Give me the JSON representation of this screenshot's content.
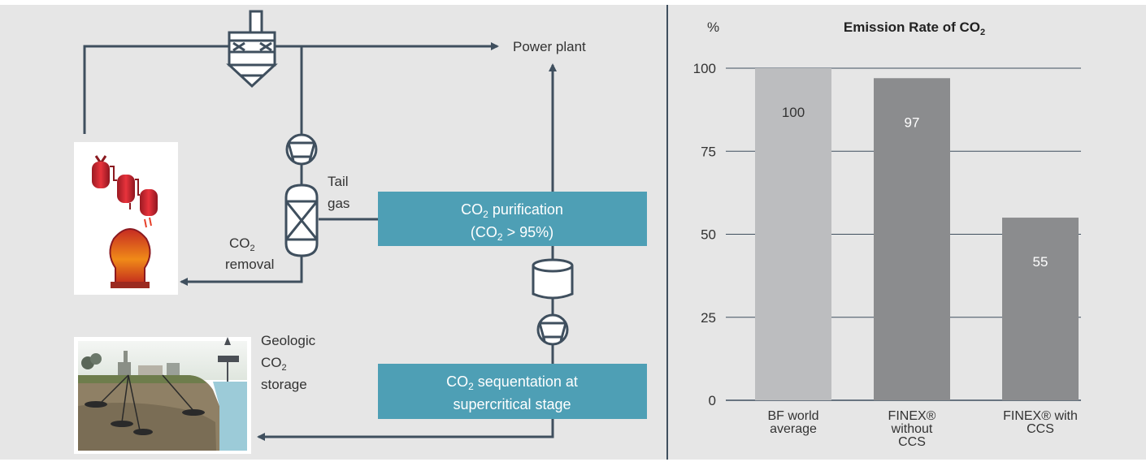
{
  "diagram": {
    "power_plant_label": "Power plant",
    "tail_gas_line1": "Tail",
    "tail_gas_line2": "gas",
    "co2_removal_line1": "CO",
    "co2_removal_sub": "2",
    "co2_removal_line2": "removal",
    "purification_line1_pre": "CO",
    "purification_line1_sub": "2",
    "purification_line1_post": " purification",
    "purification_line2_pre": "(CO",
    "purification_line2_sub": "2",
    "purification_line2_post": " > 95%)",
    "sequestration_line1_pre": "CO",
    "sequestration_line1_sub": "2",
    "sequestration_line1_post": " sequentation at",
    "sequestration_line2": "supercritical stage",
    "storage_line1": "Geologic",
    "storage_line2_pre": "CO",
    "storage_line2_sub": "2",
    "storage_line3": "storage",
    "colors": {
      "box_fill": "#4e9fb5",
      "line": "#3f4f5e",
      "panel": "#e6e6e6"
    }
  },
  "chart_data": {
    "type": "bar",
    "title_pre": "Emission Rate of CO",
    "title_sub": "2",
    "ylabel": "%",
    "ylim": [
      0,
      100
    ],
    "yticks": [
      "0",
      "25",
      "50",
      "75",
      "100"
    ],
    "ytick_values": [
      0,
      25,
      50,
      75,
      100
    ],
    "categories": [
      [
        "BF world",
        "average"
      ],
      [
        "FINEX®",
        "without",
        "CCS"
      ],
      [
        "FINEX® with",
        "CCS"
      ]
    ],
    "values": [
      100,
      97,
      55
    ],
    "value_labels": [
      "100",
      "97",
      "55"
    ],
    "bar_colors": [
      "#bcbdbf",
      "#8b8c8e",
      "#8b8c8e"
    ],
    "grid": true
  }
}
